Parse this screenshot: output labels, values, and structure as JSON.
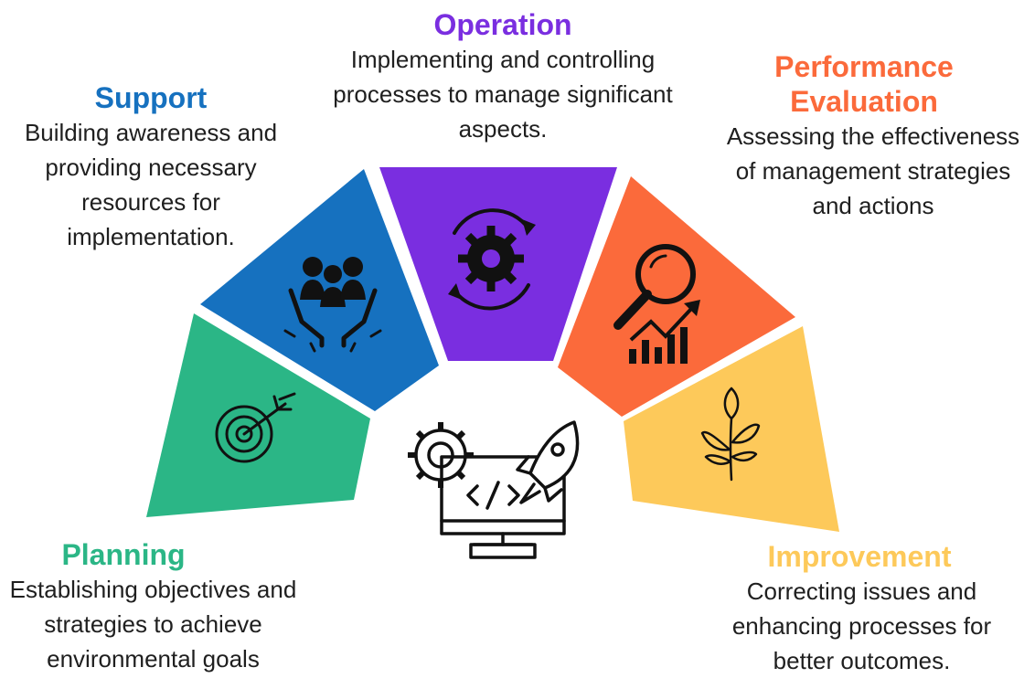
{
  "colors": {
    "planning": "#2bb686",
    "support": "#1671bf",
    "operation": "#7a2ee0",
    "performance": "#fb6a3b",
    "improvement": "#fdc95a",
    "icon": "#111111"
  },
  "segments": [
    {
      "key": "planning",
      "title": "Planning",
      "description": "Establishing objectives and strategies to achieve environmental goals",
      "icon": "target-arrow-icon"
    },
    {
      "key": "support",
      "title": "Support",
      "description": "Building awareness and providing necessary resources for implementation.",
      "icon": "hands-people-icon"
    },
    {
      "key": "operation",
      "title": "Operation",
      "description": "Implementing and controlling processes to manage significant aspects.",
      "icon": "gear-cycle-icon"
    },
    {
      "key": "performance",
      "title": "Performance Evaluation",
      "description": "Assessing the effectiveness of management strategies and actions",
      "icon": "magnifier-chart-icon"
    },
    {
      "key": "improvement",
      "title": "Improvement",
      "description": "Correcting issues and enhancing processes for better outcomes.",
      "icon": "plant-sprout-icon"
    }
  ],
  "center_icon": "monitor-code-rocket-icon"
}
